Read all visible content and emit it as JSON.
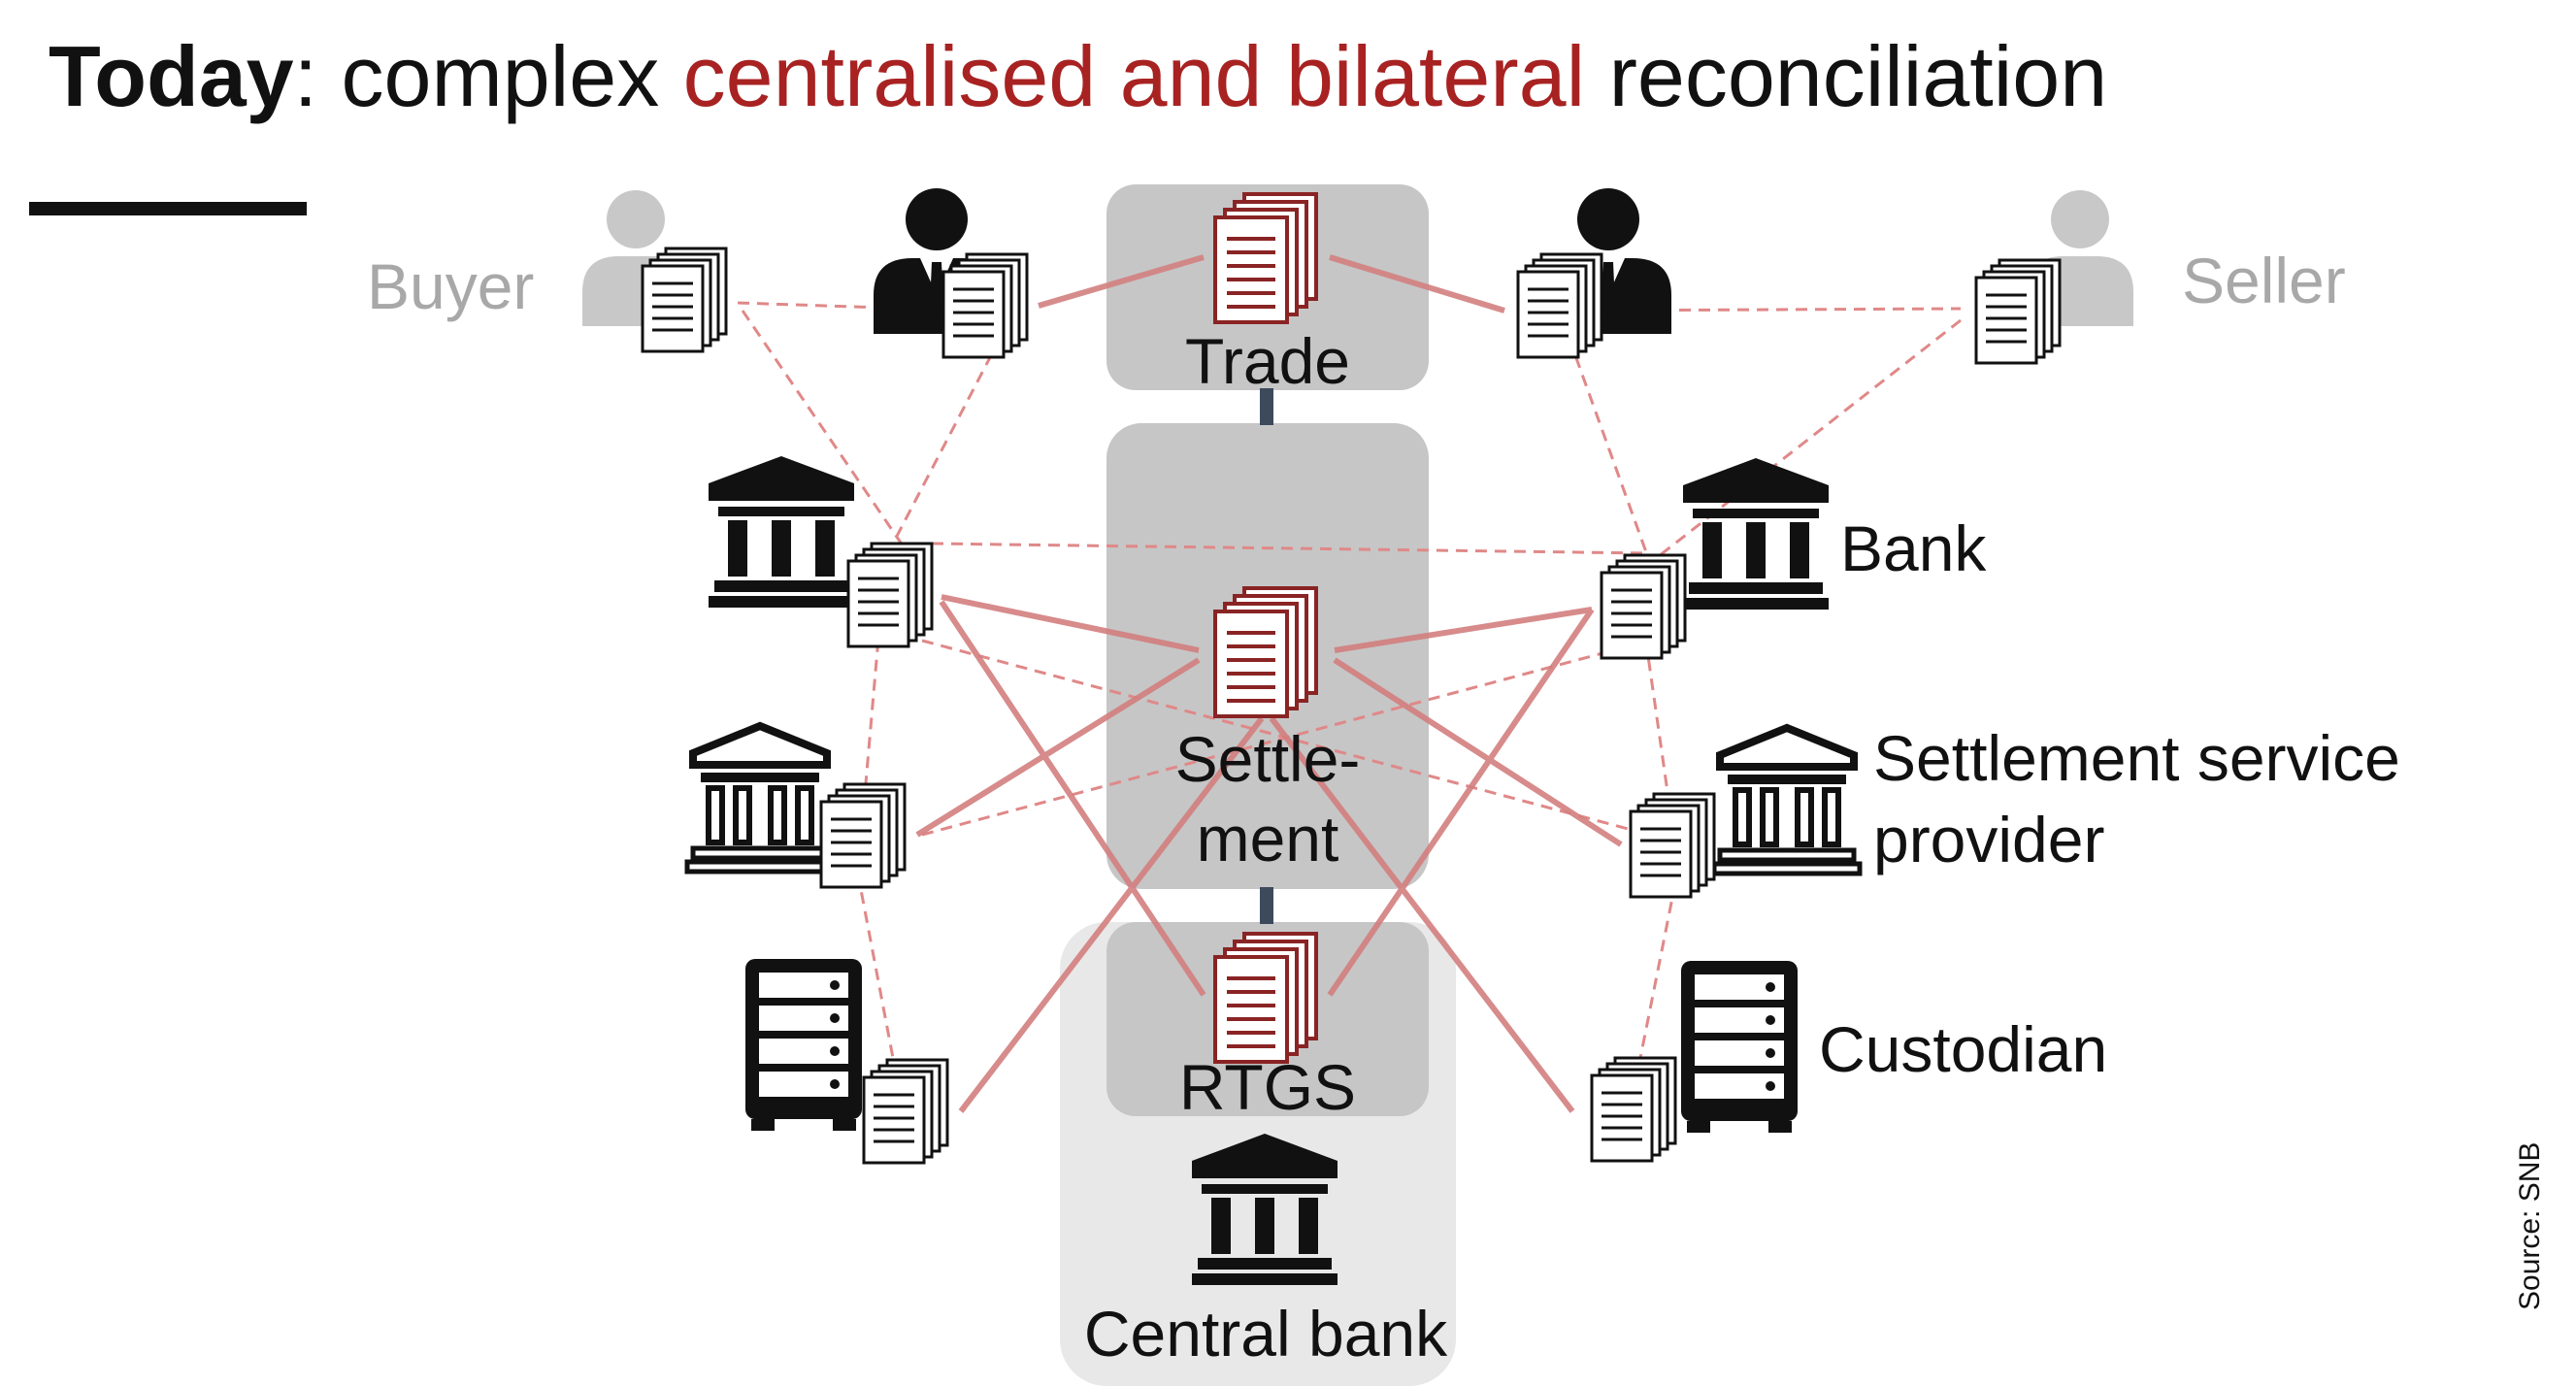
{
  "title": {
    "bold": "Today",
    "part1": ": complex ",
    "highlight": "centralised and bilateral",
    "part2": " reconciliation"
  },
  "source": "Source: SNB",
  "participants": {
    "buyer": "Buyer",
    "seller": "Seller",
    "bank": "Bank",
    "settlement_service_provider_line1": "Settlement service",
    "settlement_service_provider_line2": "provider",
    "custodian": "Custodian"
  },
  "central_nodes": {
    "trade": "Trade",
    "settlement_line1": "Settle-",
    "settlement_line2": "ment",
    "rtgs": "RTGS",
    "central_bank": "Central bank"
  },
  "colors": {
    "centralised_link": "#d37f7f",
    "bilateral_link": "#e08888",
    "highlight_text": "#a82222",
    "node_box": "#c6c6c6",
    "central_bank_box": "#e8e8e8",
    "connector": "#3c4a5c",
    "ledger_icon": "#8a2424",
    "grey_person": "#c8c8c8"
  }
}
